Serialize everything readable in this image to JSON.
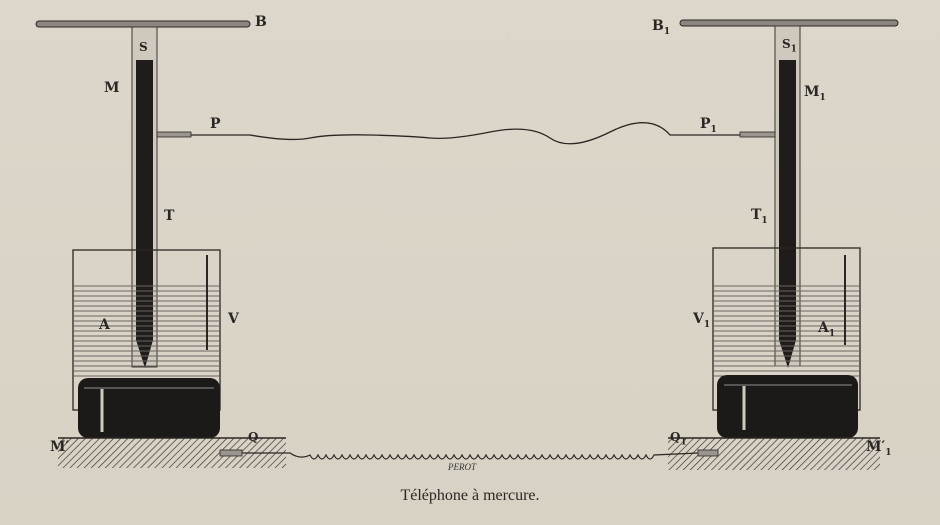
{
  "figure": {
    "caption": "Téléphone à mercure.",
    "signature": "PEROT",
    "labels_left": {
      "B": "B",
      "S": "S",
      "M": "M",
      "P": "P",
      "T": "T",
      "A": "A",
      "V": "V",
      "M_prime": "M′",
      "Q": "Q"
    },
    "labels_right": {
      "B1": "B",
      "S1": "S",
      "M1": "M",
      "P1": "P",
      "T1": "T",
      "A1": "A",
      "V1": "V",
      "M1_prime": "M′",
      "Q1": "Q",
      "subscript": "1"
    }
  },
  "colors": {
    "paper": "#dcd6ca",
    "ink": "#2a2623",
    "mercury": "#1c1a19"
  }
}
